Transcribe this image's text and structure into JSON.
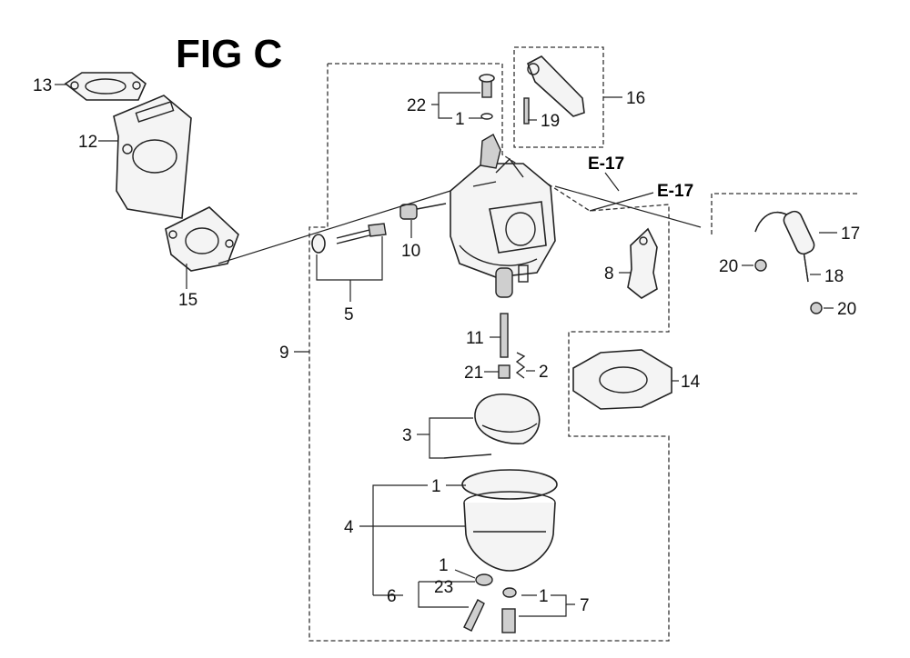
{
  "figure": {
    "title": "FIG C",
    "references": [
      "E-17",
      "E-17"
    ]
  },
  "callouts": [
    "13",
    "12",
    "15",
    "5",
    "10",
    "22",
    "1",
    "16",
    "19",
    "8",
    "17",
    "20",
    "18",
    "20",
    "9",
    "11",
    "21",
    "2",
    "14",
    "3",
    "1",
    "4",
    "1",
    "23",
    "6",
    "1",
    "7"
  ]
}
